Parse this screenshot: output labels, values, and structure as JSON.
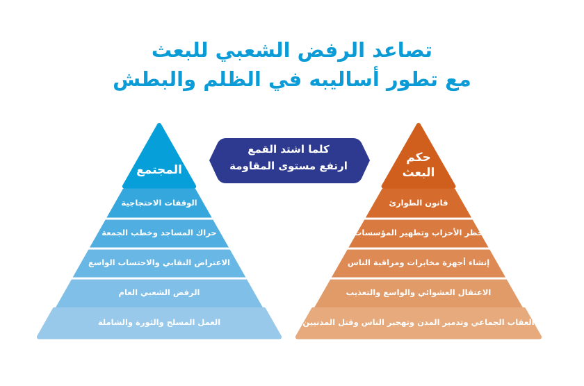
{
  "title": {
    "line1": "تصاعد الرفض الشعبي للبعث",
    "line2": "مع تطور أساليبه في الظلم والبطش"
  },
  "banner": {
    "line1": "كلما اشتد القمع",
    "line2": "ارتفع مستوى المقاومة",
    "color": "#2e3a8f"
  },
  "left_pyramid": {
    "head": "المجتمع",
    "levels": [
      "الوقفات الاحتجاجية",
      "حراك المساجد وخطب الجمعة",
      "الاعتراض النقابي والاحتساب الواسع",
      "الرفض الشعبي العام",
      "العمل المسلح والثورة والشاملة"
    ],
    "colors": [
      "#069fda",
      "#36a7dd",
      "#50afe0",
      "#68b7e4",
      "#80bfe7",
      "#98c9eb"
    ]
  },
  "right_pyramid": {
    "head_line1": "حكم",
    "head_line2": "البعث",
    "levels": [
      "قانون الطوارئ",
      "حظر الأحزاب وتطهير المؤسسات",
      "إنشاء أجهزة مخابرات ومراقبة الناس",
      "الاعتقال العشوائي والواسع والتعذيب",
      "العقاب الجماعي وتدمير المدن وتهجير الناس وقتل المدنيين"
    ],
    "colors": [
      "#d05f1d",
      "#d56b2c",
      "#d97b40",
      "#dd8a54",
      "#e19b68",
      "#e6aa7c"
    ]
  }
}
